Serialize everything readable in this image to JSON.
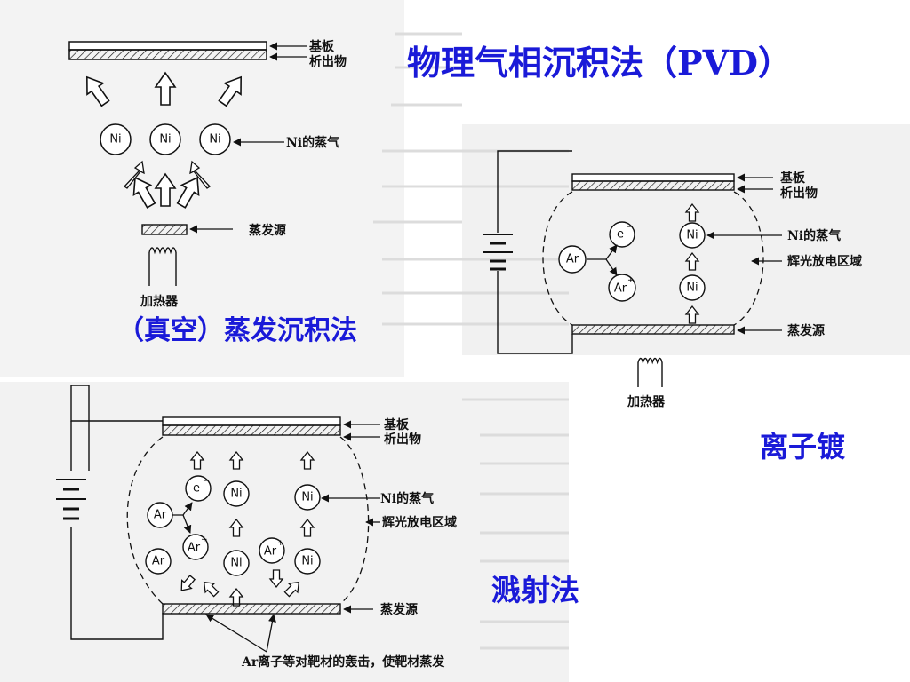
{
  "colors": {
    "title": "#1a1ad8",
    "ink": "#111111",
    "paper": "#ffffff",
    "scan_tint": "#d9d9d9"
  },
  "main_title": "物理气相沉积法（PVD）",
  "evaporation": {
    "caption": "（真空）蒸发沉积法",
    "label_substrate": "基板",
    "label_deposit": "析出物",
    "label_vapor": "Ni的蒸气",
    "label_source": "蒸发源",
    "label_heater": "加热器",
    "atom": "Ni"
  },
  "ion_plating": {
    "caption": "离子镀",
    "label_substrate": "基板",
    "label_deposit": "析出物",
    "label_vapor": "Ni的蒸气",
    "label_glow": "辉光放电区域",
    "label_source": "蒸发源",
    "label_heater": "加热器",
    "atom_ni": "Ni",
    "atom_ar": "Ar",
    "electron": "e",
    "ar_ion": "Ar"
  },
  "sputtering": {
    "caption": "溅射法",
    "label_substrate": "基板",
    "label_deposit": "析出物",
    "label_vapor": "Ni的蒸气",
    "label_glow": "辉光放电区域",
    "label_source": "蒸发源",
    "label_bottom": "Ar离子等对靶材的轰击，使靶材蒸发",
    "atom_ni": "Ni",
    "atom_ar": "Ar",
    "electron": "e",
    "ar_ion": "Ar"
  }
}
